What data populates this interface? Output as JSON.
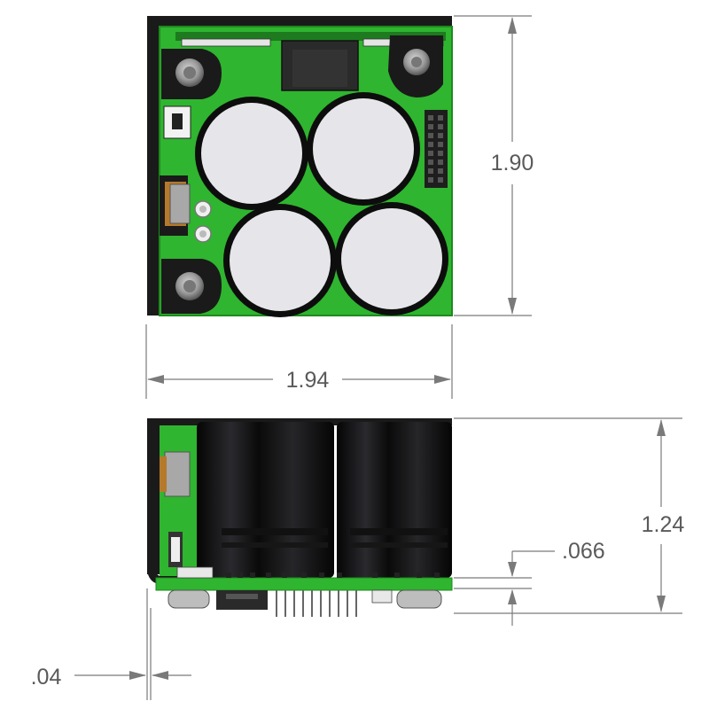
{
  "dimensions": {
    "top_view_height": "1.90",
    "top_view_width": "1.94",
    "side_view_height": "1.24",
    "pcb_thickness": ".066",
    "bracket_thickness": ".04"
  },
  "colors": {
    "pcb_green": "#2fb52f",
    "pcb_dark_green": "#1d8a1d",
    "bracket_black": "#1a1a1a",
    "capacitor_top": "#e6e6ea",
    "capacitor_ring": "#0d0d0d",
    "dimension_line": "#7a7a7a",
    "dimension_text": "#5a5a5a"
  }
}
